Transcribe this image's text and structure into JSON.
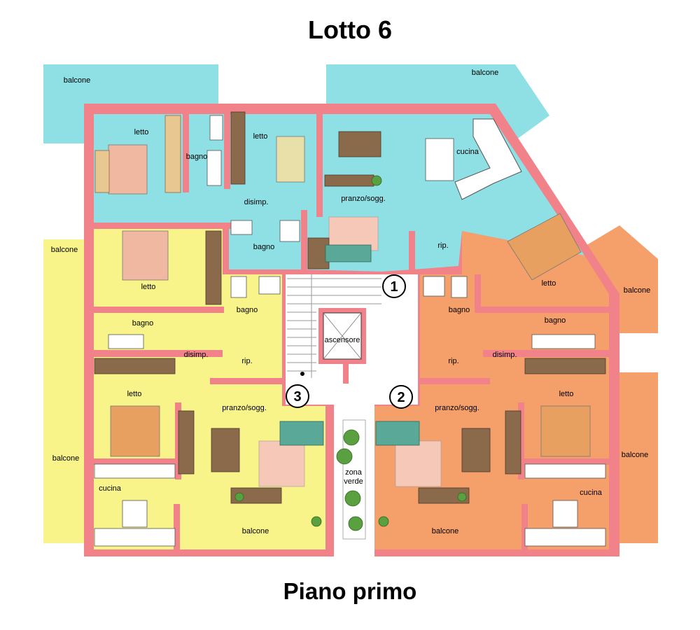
{
  "title": "Lotto 6",
  "subtitle": "Piano primo",
  "colors": {
    "apartment_1": "#8ee0e4",
    "apartment_2": "#f5a06a",
    "apartment_3": "#f8f48a",
    "walls": "#f1828a",
    "stair": "#ffffff",
    "wood": "#8a6a4a"
  },
  "apartments": [
    {
      "number": "1",
      "color": "apartment_1"
    },
    {
      "number": "2",
      "color": "apartment_2"
    },
    {
      "number": "3",
      "color": "apartment_3"
    }
  ],
  "labels": {
    "a1_balcone_left": "balcone",
    "a1_balcone_right": "balcone",
    "a1_letto_1": "letto",
    "a1_bagno_1": "bagno",
    "a1_letto_2": "letto",
    "a1_cucina": "cucina",
    "a1_pranzo": "pranzo/sogg.",
    "a1_disimp": "disimp.",
    "a1_bagno_2": "bagno",
    "a1_rip": "rip.",
    "a3_balcone_top": "balcone",
    "a3_letto_1": "letto",
    "a3_bagno_1": "bagno",
    "a3_bagno_2": "bagno",
    "a3_disimp": "disimp.",
    "a3_rip": "rip.",
    "a3_letto_2": "letto",
    "a3_pranzo": "pranzo/sogg.",
    "a3_balcone_left": "balcone",
    "a3_cucina": "cucina",
    "a3_balcone_bottom": "balcone",
    "a2_letto_1": "letto",
    "a2_balcone_right_top": "balcone",
    "a2_bagno_1": "bagno",
    "a2_bagno_2": "bagno",
    "a2_rip": "rip.",
    "a2_disimp": "disimp.",
    "a2_letto_2": "letto",
    "a2_pranzo": "pranzo/sogg.",
    "a2_balcone_right": "balcone",
    "a2_cucina": "cucina",
    "a2_balcone_bottom": "balcone",
    "ascensore": "ascensore",
    "zona_verde": "zona verde"
  }
}
